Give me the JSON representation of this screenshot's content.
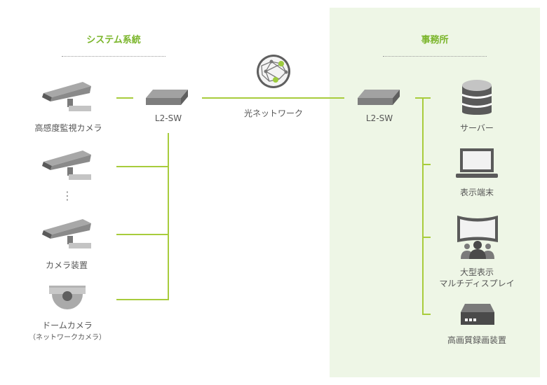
{
  "sections": {
    "system": {
      "title": "システム系統"
    },
    "office": {
      "title": "事務所"
    }
  },
  "network": {
    "label": "光ネットワーク",
    "icon": "globe-network-icon"
  },
  "switches": {
    "left": "L2-SW",
    "right": "L2-SW"
  },
  "cameras": {
    "surveillance": "高感度監視カメラ",
    "device": "カメラ装置",
    "dome": "ドームカメラ",
    "dome_sub": "（ネットワークカメラ）",
    "ellipsis": "⋮"
  },
  "office_devices": {
    "server": "サーバー",
    "terminal": "表示端末",
    "multi_display_line1": "大型表示",
    "multi_display_line2": "マルチディスプレイ",
    "recorder": "高画質録画装置"
  },
  "colors": {
    "accent": "#7ab52a",
    "wire": "#a8cc3c",
    "office_bg": "#eef6e6",
    "device_gray": "#8c8c8c"
  }
}
